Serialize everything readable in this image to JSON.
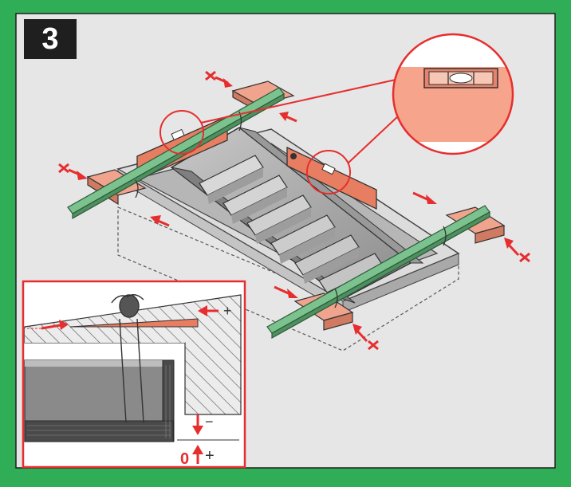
{
  "step": {
    "number": "3"
  },
  "inset": {
    "plus_top": "+",
    "minus": "−",
    "zero": "0",
    "plus_bottom": "+"
  },
  "colors": {
    "frame": "#2fae57",
    "background": "#e6e6e6",
    "wood_block": "#e8937a",
    "level_bar": "#6cb07e",
    "spirit_level": "#e77e61",
    "marker_red": "#e62e2e",
    "hatch": "#c9c9c9",
    "frame_grey": "#9b9b9b"
  },
  "icons": {
    "magnifier": "circle-zoom",
    "adjust_marker": "x-arrow"
  }
}
